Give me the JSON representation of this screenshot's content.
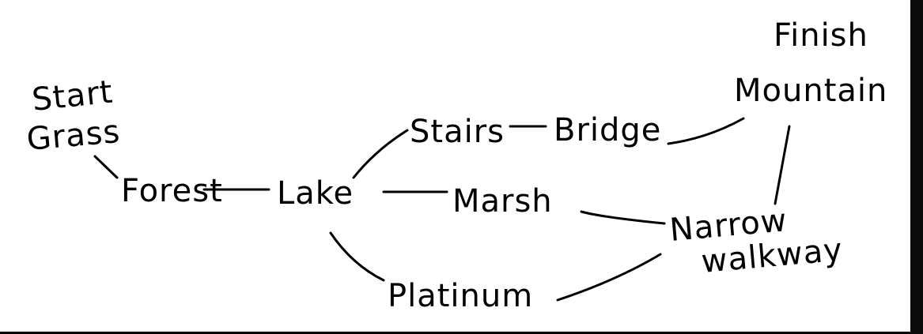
{
  "diagram": {
    "nodes": {
      "start": "Start",
      "grass": "Grass",
      "forest": "Forest",
      "lake": "Lake",
      "stairs": "Stairs",
      "bridge": "Bridge",
      "finish": "Finish",
      "mountain": "Mountain",
      "marsh": "Marsh",
      "narrow": "Narrow",
      "walkway": "walkway",
      "platinum": "Platinum"
    },
    "edges": [
      [
        "Grass",
        "Forest"
      ],
      [
        "Forest",
        "Lake"
      ],
      [
        "Lake",
        "Stairs"
      ],
      [
        "Stairs",
        "Bridge"
      ],
      [
        "Bridge",
        "Mountain"
      ],
      [
        "Lake",
        "Marsh"
      ],
      [
        "Marsh",
        "Narrow walkway"
      ],
      [
        "Mountain",
        "Narrow walkway"
      ],
      [
        "Lake",
        "Platinum"
      ],
      [
        "Platinum",
        "Narrow walkway"
      ]
    ]
  }
}
